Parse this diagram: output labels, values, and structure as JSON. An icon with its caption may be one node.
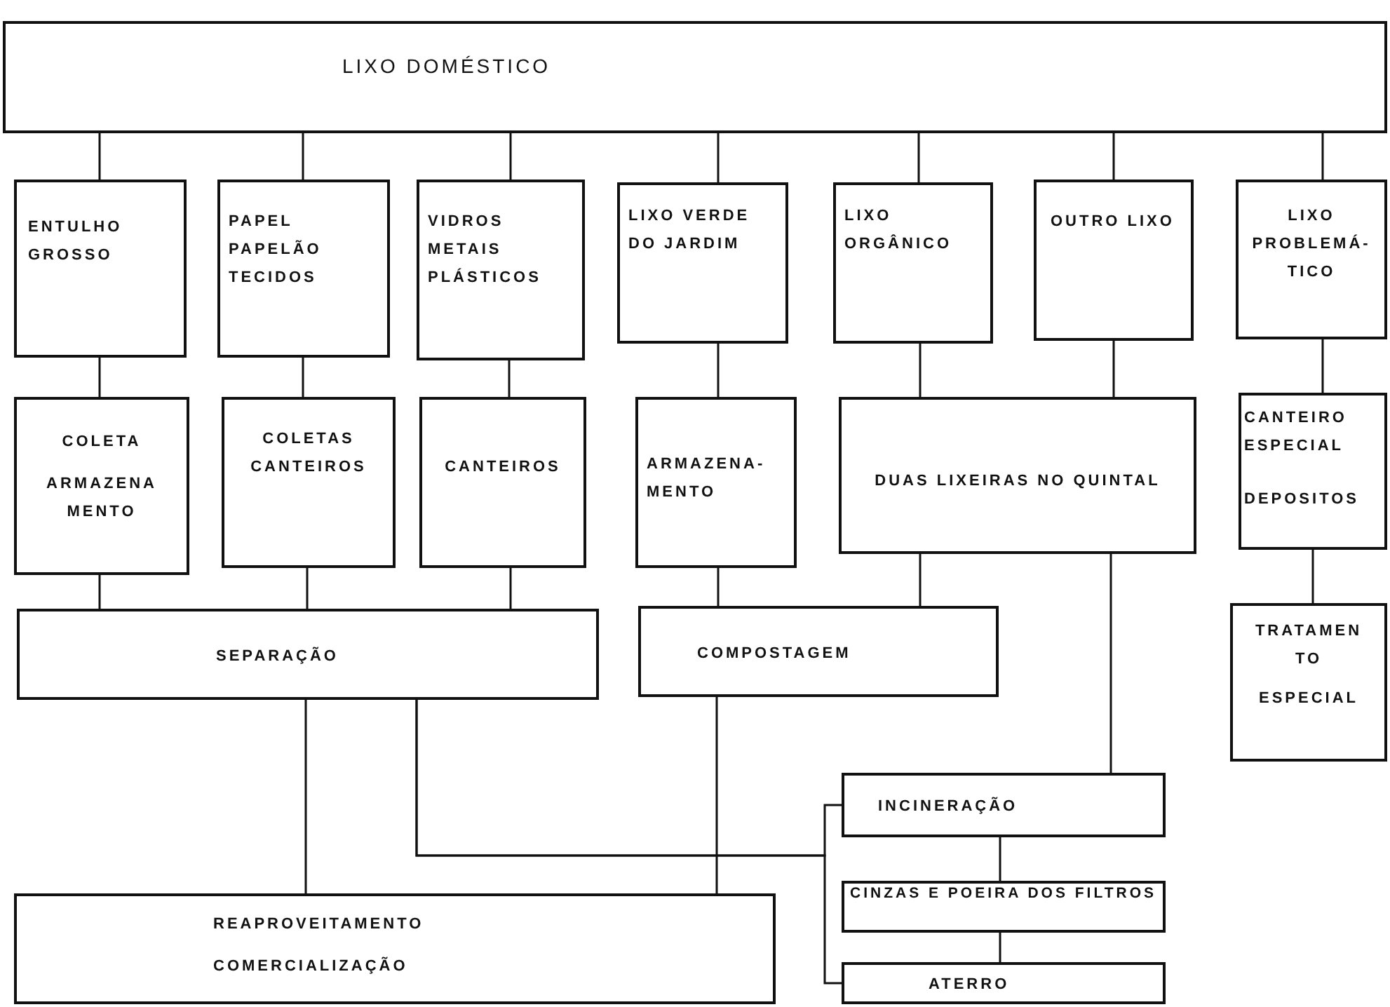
{
  "diagram": {
    "nodes": [
      {
        "text": [
          "LIXO DOMÉSTICO"
        ]
      },
      {
        "text": [
          "ENTULHO GROSSO"
        ]
      },
      {
        "text": [
          "PAPEL PAPELÃO TECIDOS"
        ]
      },
      {
        "text": [
          "VIDROS METAIS PLÁSTICOS"
        ]
      },
      {
        "text": [
          "LIXO VERDE DO JARDIM"
        ]
      },
      {
        "text": [
          "LIXO ORGÂNICO"
        ]
      },
      {
        "text": [
          "OUTRO LIXO"
        ]
      },
      {
        "text": [
          "LIXO PROBLEMÁ- TICO"
        ]
      },
      {
        "text": [
          "COLETA",
          "ARMAZENA MENTO"
        ]
      },
      {
        "text": [
          "COLETAS CANTEIROS"
        ]
      },
      {
        "text": [
          "CANTEIROS"
        ]
      },
      {
        "text": [
          "ARMAZENA- MENTO"
        ]
      },
      {
        "text": [
          "DUAS LIXEIRAS NO QUINTAL"
        ]
      },
      {
        "text": [
          "CANTEIRO ESPECIAL",
          "DEPOSITOS"
        ]
      },
      {
        "text": [
          "SEPARAÇÃO"
        ]
      },
      {
        "text": [
          "COMPOSTAGEM"
        ]
      },
      {
        "text": [
          "TRATAMEN TO",
          "ESPECIAL"
        ]
      },
      {
        "text": [
          "INCINERAÇÃO"
        ]
      },
      {
        "text": [
          "CINZAS E POEIRA DOS FILTROS"
        ]
      },
      {
        "text": [
          "REAPROVEITAMENTO",
          "COMERCIALIZAÇÃO"
        ]
      },
      {
        "text": [
          "ATERRO"
        ]
      }
    ],
    "edges": [
      {
        "from": 0,
        "to": 1,
        "arrow": "none"
      },
      {
        "from": 0,
        "to": 2,
        "arrow": "none"
      },
      {
        "from": 0,
        "to": 3,
        "arrow": "none"
      },
      {
        "from": 0,
        "to": 4,
        "arrow": "none"
      },
      {
        "from": 0,
        "to": 5,
        "arrow": "none"
      },
      {
        "from": 0,
        "to": 6,
        "arrow": "none"
      },
      {
        "from": 0,
        "to": 7,
        "arrow": "none"
      },
      {
        "from": 1,
        "to": 8,
        "arrow": "none"
      },
      {
        "from": 2,
        "to": 9,
        "arrow": "none"
      },
      {
        "from": 3,
        "to": 10,
        "arrow": "none"
      },
      {
        "from": 4,
        "to": 11,
        "arrow": "none"
      },
      {
        "from": 5,
        "to": 12,
        "arrow": "none"
      },
      {
        "from": 6,
        "to": 12,
        "arrow": "none"
      },
      {
        "from": 7,
        "to": 13,
        "arrow": "none"
      },
      {
        "from": 8,
        "to": 14,
        "arrow": "none"
      },
      {
        "from": 9,
        "to": 14,
        "arrow": "none"
      },
      {
        "from": 10,
        "to": 14,
        "arrow": "none"
      },
      {
        "from": 11,
        "to": 15,
        "arrow": "none"
      },
      {
        "from": 12,
        "to": 15,
        "arrow": "none"
      },
      {
        "from": 12,
        "to": 17,
        "arrow": "none"
      },
      {
        "from": 13,
        "to": 16,
        "arrow": "none"
      },
      {
        "from": 14,
        "to": 19,
        "arrow": "none"
      },
      {
        "from": 15,
        "to": 19,
        "arrow": "none"
      },
      {
        "from": 14,
        "to": 17,
        "arrow": "none"
      },
      {
        "from": 14,
        "to": 20,
        "arrow": "none"
      },
      {
        "from": 17,
        "to": 18,
        "arrow": "none"
      },
      {
        "from": 18,
        "to": 20,
        "arrow": "none"
      }
    ]
  }
}
